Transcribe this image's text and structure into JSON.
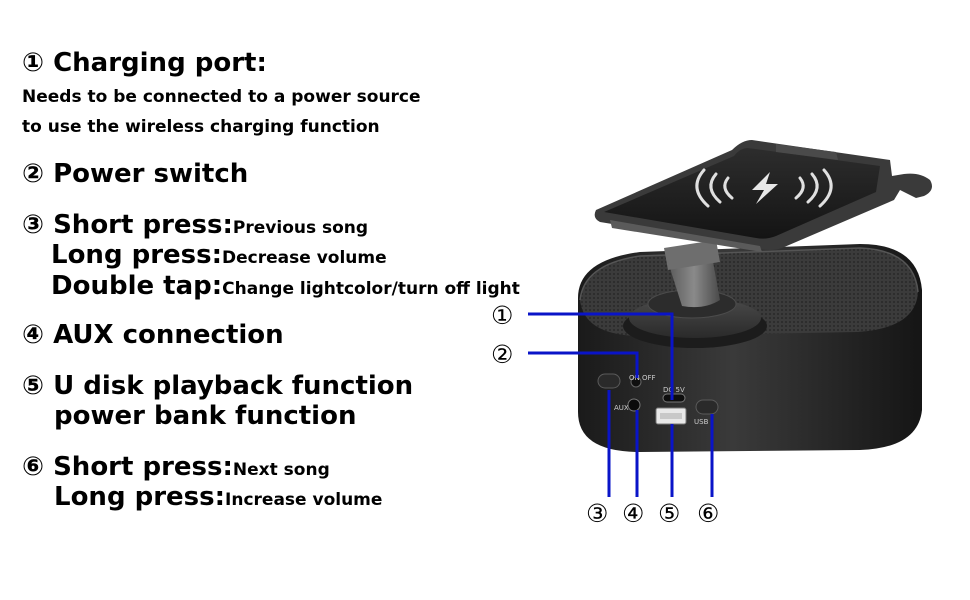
{
  "items": [
    {
      "marker": "①",
      "title": "Charging port:",
      "lines": [
        "Needs to be connected to a power source",
        "to use the wireless charging function"
      ]
    },
    {
      "marker": "②",
      "title": "Power switch"
    },
    {
      "marker": "③",
      "rows": [
        {
          "label": "Short press:",
          "desc": "Previous song"
        },
        {
          "label": "Long press:",
          "desc": "Decrease volume"
        },
        {
          "label": "Double tap:",
          "desc": "Change lightcolor/turn off light"
        }
      ]
    },
    {
      "marker": "④",
      "title": "AUX connection"
    },
    {
      "marker": "⑤",
      "title": "U disk playback function",
      "title2": "power bank function"
    },
    {
      "marker": "⑥",
      "rows": [
        {
          "label": "Short press:",
          "desc": "Next song"
        },
        {
          "label": "Long press:",
          "desc": "Increase volume"
        }
      ]
    }
  ],
  "device": {
    "callouts": [
      "①",
      "②",
      "③",
      "④",
      "⑤",
      "⑥"
    ],
    "port_labels": {
      "switch": "ON OFF",
      "dc": "DC 5V",
      "aux": "AUX",
      "usb": "USB"
    },
    "line_color": "#0a14c8"
  }
}
